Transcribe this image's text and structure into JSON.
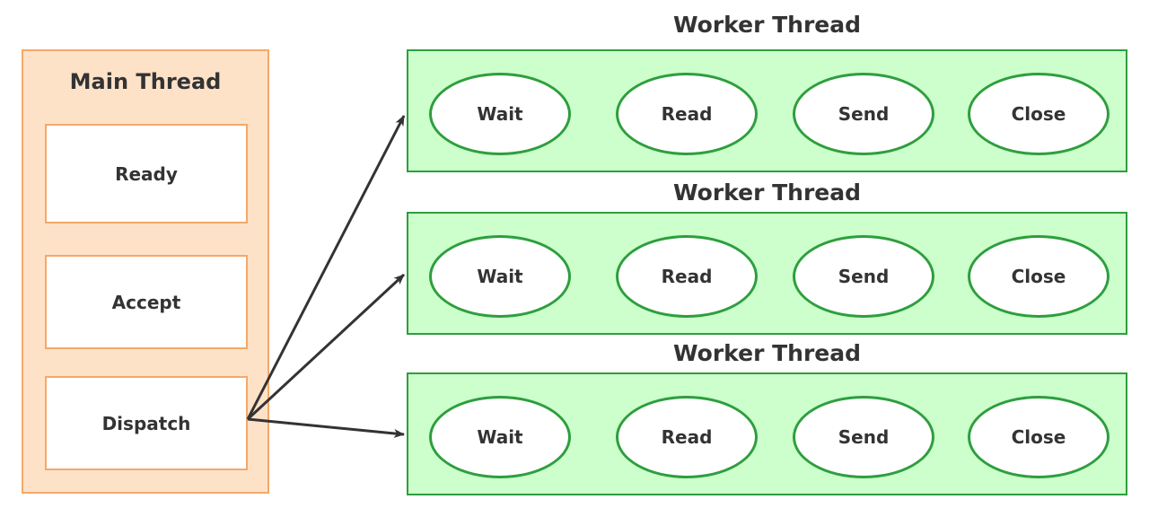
{
  "main_thread": {
    "title": "Main Thread",
    "states": [
      "Ready",
      "Accept",
      "Dispatch"
    ]
  },
  "worker_threads": [
    {
      "title": "Worker Thread",
      "states": [
        "Wait",
        "Read",
        "Send",
        "Close"
      ]
    },
    {
      "title": "Worker Thread",
      "states": [
        "Wait",
        "Read",
        "Send",
        "Close"
      ]
    },
    {
      "title": "Worker Thread",
      "states": [
        "Wait",
        "Read",
        "Send",
        "Close"
      ]
    }
  ],
  "colors": {
    "main_fill": "#fde2c8",
    "main_border": "#f5a868",
    "worker_fill": "#ccffcc",
    "worker_border": "#2e9e3e",
    "arrow": "#333333"
  }
}
